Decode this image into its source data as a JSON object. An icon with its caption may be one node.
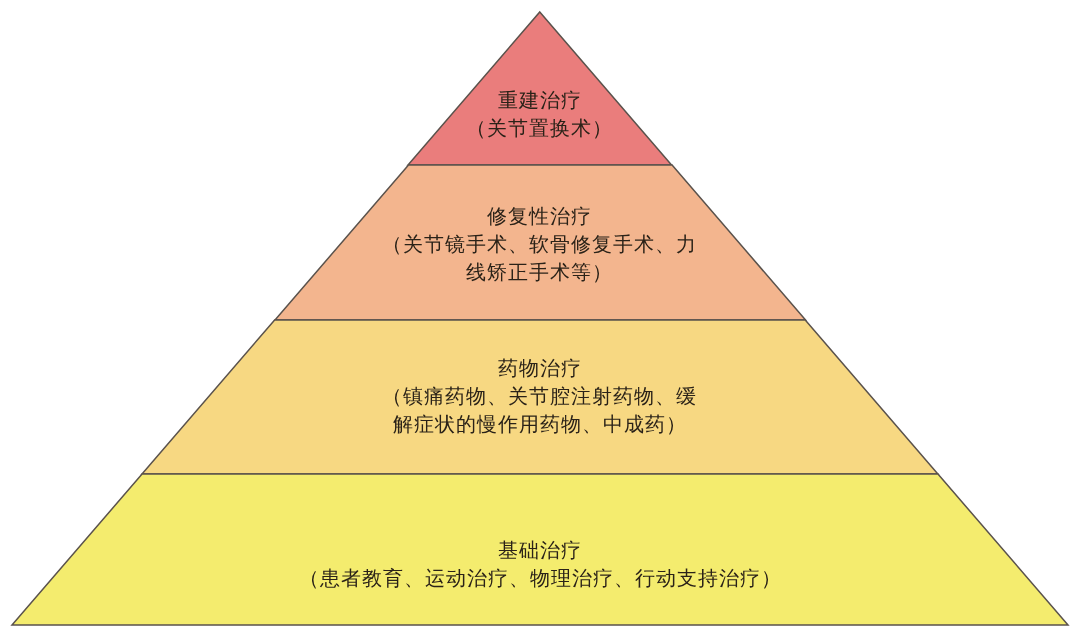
{
  "diagram": {
    "nodes": [
      {
        "text": [
          "重建治疗",
          "（关节置换术）"
        ]
      },
      {
        "text": [
          "修复性治疗",
          "（关节镜手术、软骨修复手术、力线矫正手术等）"
        ]
      },
      {
        "text": [
          "药物治疗",
          "（镇痛药物、关节腔注射药物、缓解症状的慢作用药物、中成药）"
        ]
      },
      {
        "text": [
          "基础治疗",
          "（患者教育、运动治疗、物理治疗、行动支持治疗）"
        ]
      }
    ],
    "edges": []
  }
}
